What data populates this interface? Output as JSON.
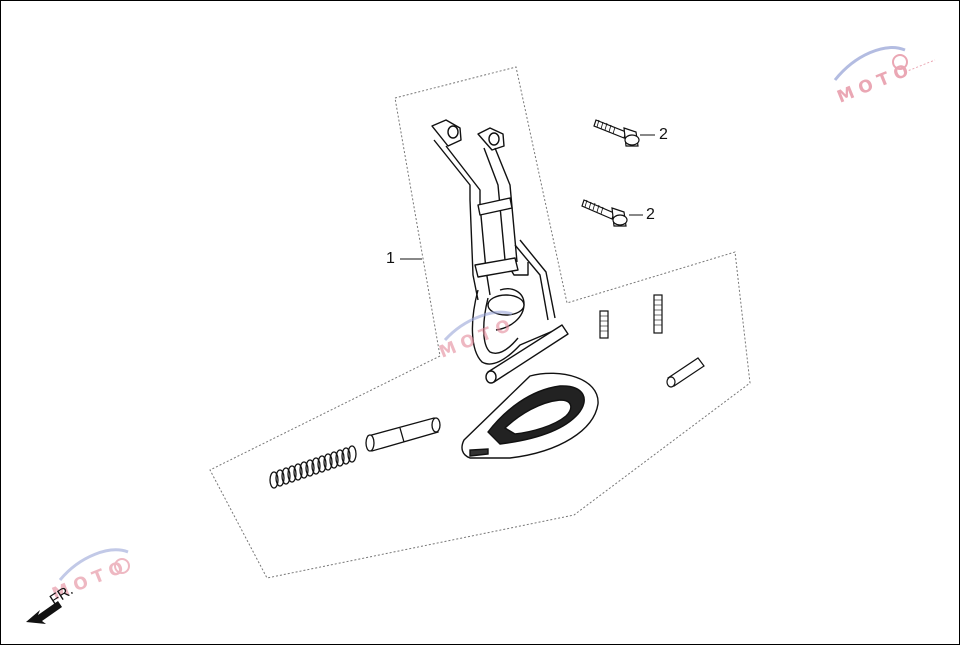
{
  "callouts": {
    "part_1": "1",
    "part_2_upper": "2",
    "part_2_lower": "2"
  },
  "direction": {
    "label": "FR."
  },
  "watermark": {
    "letters": [
      "M",
      "O",
      "T",
      "O"
    ],
    "color_primary": "#e48a9b",
    "color_secondary": "#9aa6d8"
  },
  "colors": {
    "line": "#111111",
    "dashed": "#777777",
    "background": "#ffffff"
  }
}
